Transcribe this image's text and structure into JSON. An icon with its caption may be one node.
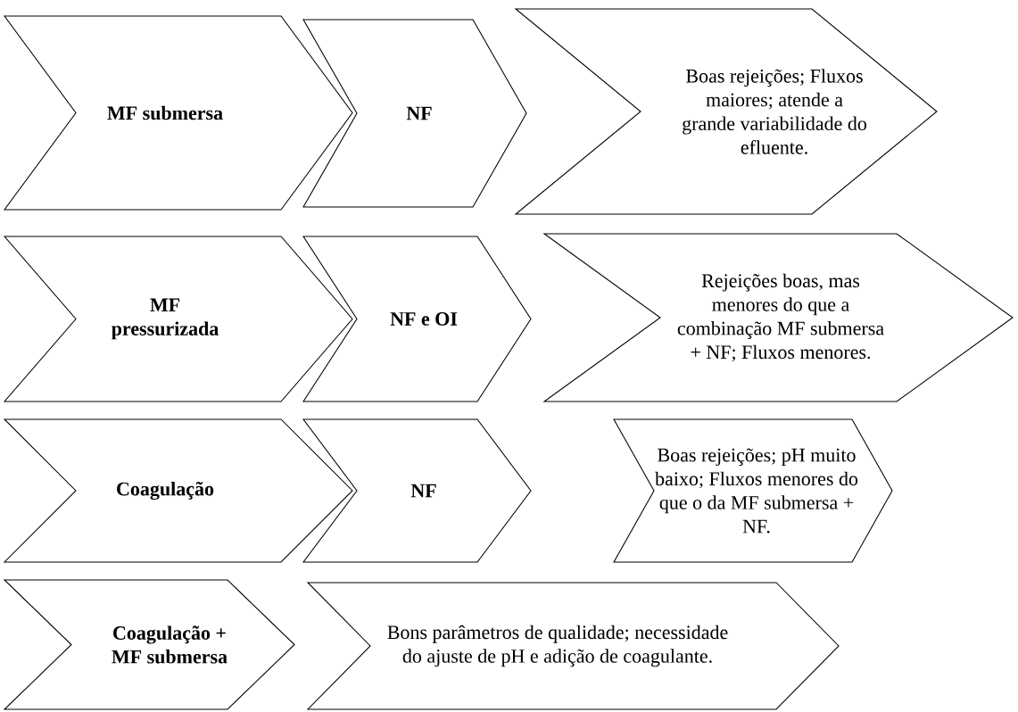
{
  "diagram": {
    "nodes": [
      {
        "text": [
          "MF submersa"
        ]
      },
      {
        "text": [
          "NF"
        ]
      },
      {
        "text": [
          "Boas rejeições; Fluxos maiores; atende a grande variabilidade do efluente."
        ]
      },
      {
        "text": [
          "MF pressurizada"
        ]
      },
      {
        "text": [
          "NF e OI"
        ]
      },
      {
        "text": [
          "Rejeições boas, mas menores do que a combinação MF submersa + NF; Fluxos menores."
        ]
      },
      {
        "text": [
          "Coagulação"
        ]
      },
      {
        "text": [
          "NF"
        ]
      },
      {
        "text": [
          "Boas rejeições; pH muito baixo; Fluxos menores do que o da MF submersa + NF."
        ]
      },
      {
        "text": [
          "Coagulação + MF submersa"
        ]
      },
      {
        "text": [
          "Bons parâmetros de qualidade; necessidade do ajuste de pH e adição de coagulante."
        ]
      }
    ]
  }
}
